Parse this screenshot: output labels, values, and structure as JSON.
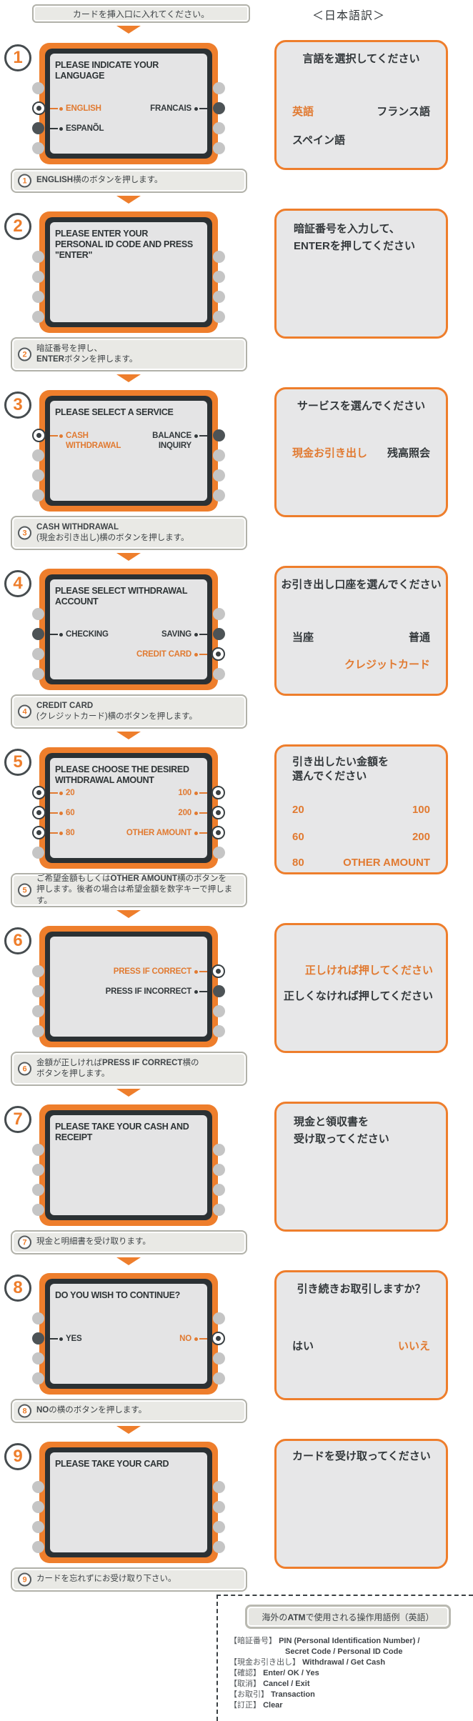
{
  "colors": {
    "accent": "#EE7E2C",
    "accent_text": "#E17A31",
    "dark": "#3A4043",
    "screen_bg": "#E4E4E5",
    "panel_bg": "#E7E7E8",
    "caption_bg": "#E9E9E5",
    "button_gray": "#C5C5C5",
    "button_dark": "#4D5356"
  },
  "header": {
    "insert_card": "カードを挿入口に入れてください。",
    "jp_title": "＜日本語訳＞"
  },
  "steps": [
    {
      "num": "1",
      "screen_title": "PLEASE INDICATE YOUR\nLANGUAGE",
      "options": [
        {
          "label": "ENGLISH",
          "color": "orange",
          "side": "left",
          "row": 2
        },
        {
          "label": "FRANCAIS",
          "color": "dark",
          "side": "right",
          "row": 2
        },
        {
          "label": "ESPANÕL",
          "color": "dark",
          "side": "left",
          "row": 3
        }
      ],
      "left_buttons": [
        "plain",
        "selected",
        "dark",
        "plain"
      ],
      "right_buttons": [
        "plain",
        "dark",
        "plain",
        "plain"
      ],
      "caption": {
        "num": "1",
        "lines": [
          [
            {
              "t": "ENGLISH",
              "b": true
            },
            {
              "t": "横のボタンを押します。",
              "b": false
            }
          ]
        ]
      },
      "panel": {
        "title": "言語を選択してください",
        "items": [
          {
            "t": "英語",
            "color": "orange"
          },
          {
            "t": "フランス語",
            "color": "dark"
          },
          {
            "t": "スペイン語",
            "color": "dark"
          }
        ]
      }
    },
    {
      "num": "2",
      "screen_title": "PLEASE ENTER YOUR\nPERSONAL ID CODE AND PRESS\n\"ENTER\"",
      "options": [],
      "left_buttons": [
        "plain",
        "plain",
        "plain",
        "plain"
      ],
      "right_buttons": [
        "plain",
        "plain",
        "plain",
        "plain"
      ],
      "caption": {
        "num": "2",
        "lines": [
          [
            {
              "t": "暗証番号を押し、",
              "b": false
            }
          ],
          [
            {
              "t": "ENTER",
              "b": true
            },
            {
              "t": "ボタンを押します。",
              "b": false
            }
          ]
        ]
      },
      "panel": {
        "lines": [
          "暗証番号を入力して、",
          "ENTERを押してください"
        ]
      }
    },
    {
      "num": "3",
      "screen_title": "PLEASE SELECT A SERVICE",
      "options": [
        {
          "label": "CASH\nWITHDRAWAL",
          "color": "orange",
          "side": "left",
          "row": 1
        },
        {
          "label": "BALANCE\nINQUIRY",
          "color": "dark",
          "side": "right",
          "row": 1
        }
      ],
      "left_buttons": [
        "selected",
        "plain",
        "plain",
        "plain"
      ],
      "right_buttons": [
        "dark",
        "plain",
        "plain",
        "plain"
      ],
      "caption": {
        "num": "3",
        "lines": [
          [
            {
              "t": "CASH WITHDRAWAL",
              "b": true
            }
          ],
          [
            {
              "t": "(現金お引き出し)横のボタンを押します。",
              "b": false
            }
          ]
        ]
      },
      "panel": {
        "title": "サービスを選んでください",
        "items": [
          {
            "t": "現金お引き出し",
            "color": "orange"
          },
          {
            "t": "残高照会",
            "color": "dark"
          }
        ]
      }
    },
    {
      "num": "4",
      "screen_title": "PLEASE SELECT WITHDRAWAL\nACCOUNT",
      "options": [
        {
          "label": "CHECKING",
          "color": "dark",
          "side": "left",
          "row": 2
        },
        {
          "label": "SAVING",
          "color": "dark",
          "side": "right",
          "row": 2
        },
        {
          "label": "CREDIT CARD",
          "color": "orange",
          "side": "right",
          "row": 3
        }
      ],
      "left_buttons": [
        "plain",
        "dark",
        "plain",
        "plain"
      ],
      "right_buttons": [
        "plain",
        "dark",
        "selected",
        "plain"
      ],
      "caption": {
        "num": "4",
        "lines": [
          [
            {
              "t": "CREDIT CARD",
              "b": true
            }
          ],
          [
            {
              "t": "(クレジットカード)横のボタンを押します。",
              "b": false
            }
          ]
        ]
      },
      "panel": {
        "title": "お引き出し口座を選んでください",
        "items": [
          {
            "t": "当座",
            "color": "dark"
          },
          {
            "t": "普通",
            "color": "dark"
          },
          {
            "t": "クレジットカード",
            "color": "orange"
          }
        ]
      }
    },
    {
      "num": "5",
      "screen_title": "PLEASE CHOOSE THE DESIRED\nWITHDRAWAL AMOUNT",
      "options": [
        {
          "label": "20",
          "color": "orange",
          "side": "left",
          "row": 1
        },
        {
          "label": "100",
          "color": "orange",
          "side": "right",
          "row": 1
        },
        {
          "label": "60",
          "color": "orange",
          "side": "left",
          "row": 2
        },
        {
          "label": "200",
          "color": "orange",
          "side": "right",
          "row": 2
        },
        {
          "label": "80",
          "color": "orange",
          "side": "left",
          "row": 3
        },
        {
          "label": "OTHER AMOUNT",
          "color": "orange",
          "side": "right",
          "row": 3
        }
      ],
      "left_buttons": [
        "selected",
        "selected",
        "selected",
        "plain"
      ],
      "right_buttons": [
        "selected",
        "selected",
        "selected",
        "plain"
      ],
      "caption": {
        "num": "5",
        "lines": [
          [
            {
              "t": "ご希望金額もしくは",
              "b": false
            },
            {
              "t": "OTHER AMOUNT",
              "b": true
            },
            {
              "t": "横のボタンを",
              "b": false
            }
          ],
          [
            {
              "t": "押します。後者の場合は希望金額を数字キーで押します。",
              "b": false
            }
          ]
        ]
      },
      "panel": {
        "title": "引き出したい金額を\n選んでください",
        "items": [
          {
            "t": "20",
            "color": "orange"
          },
          {
            "t": "100",
            "color": "orange"
          },
          {
            "t": "60",
            "color": "orange"
          },
          {
            "t": "200",
            "color": "orange"
          },
          {
            "t": "80",
            "color": "orange"
          },
          {
            "t": "OTHER AMOUNT",
            "color": "orange"
          }
        ]
      }
    },
    {
      "num": "6",
      "screen_title": "",
      "options": [
        {
          "label": "PRESS IF CORRECT",
          "color": "orange",
          "side": "right",
          "row": 1
        },
        {
          "label": "PRESS IF INCORRECT",
          "color": "dark",
          "side": "right",
          "row": 2
        }
      ],
      "left_buttons": [
        "plain",
        "plain",
        "plain",
        "plain"
      ],
      "right_buttons": [
        "selected",
        "dark",
        "plain",
        "plain"
      ],
      "caption": {
        "num": "6",
        "lines": [
          [
            {
              "t": "金額が正しければ",
              "b": false
            },
            {
              "t": "PRESS IF CORRECT",
              "b": true
            },
            {
              "t": "横の",
              "b": false
            }
          ],
          [
            {
              "t": "ボタンを押します。",
              "b": false
            }
          ]
        ]
      },
      "panel": {
        "items": [
          {
            "t": "正しければ押してください",
            "color": "orange"
          },
          {
            "t": "正しくなければ押してください",
            "color": "dark"
          }
        ]
      }
    },
    {
      "num": "7",
      "screen_title": "PLEASE TAKE YOUR CASH AND\nRECEIPT",
      "options": [],
      "left_buttons": [
        "plain",
        "plain",
        "plain",
        "plain"
      ],
      "right_buttons": [
        "plain",
        "plain",
        "plain",
        "plain"
      ],
      "caption": {
        "num": "7",
        "lines": [
          [
            {
              "t": "現金と明細書を受け取ります。",
              "b": false
            }
          ]
        ]
      },
      "panel": {
        "lines": [
          "現金と領収書を",
          "受け取ってください"
        ]
      }
    },
    {
      "num": "8",
      "screen_title": "DO YOU WISH TO CONTINUE?",
      "options": [
        {
          "label": "YES",
          "color": "dark",
          "side": "left",
          "row": 2
        },
        {
          "label": "NO",
          "color": "orange",
          "side": "right",
          "row": 2
        }
      ],
      "left_buttons": [
        "plain",
        "dark",
        "plain",
        "plain"
      ],
      "right_buttons": [
        "plain",
        "selected",
        "plain",
        "plain"
      ],
      "caption": {
        "num": "8",
        "lines": [
          [
            {
              "t": "NO",
              "b": true
            },
            {
              "t": "の横のボタンを押します。",
              "b": false
            }
          ]
        ]
      },
      "panel": {
        "title": "引き続きお取引しますか？",
        "items": [
          {
            "t": "はい",
            "color": "dark"
          },
          {
            "t": "いいえ",
            "color": "orange"
          }
        ]
      }
    },
    {
      "num": "9",
      "screen_title": "PLEASE TAKE YOUR CARD",
      "options": [],
      "left_buttons": [
        "plain",
        "plain",
        "plain",
        "plain"
      ],
      "right_buttons": [
        "plain",
        "plain",
        "plain",
        "plain"
      ],
      "caption": {
        "num": "9",
        "lines": [
          [
            {
              "t": "カードを忘れずにお受け取り下さい。",
              "b": false
            }
          ]
        ]
      },
      "panel": {
        "title": "カードを受け取ってください"
      }
    }
  ],
  "footer": {
    "title": [
      {
        "t": "海外の",
        "b": false
      },
      {
        "t": "ATM",
        "b": true
      },
      {
        "t": "で使用される操作用語例（英語）",
        "b": false
      }
    ],
    "terms": [
      {
        "term": "【暗証番号】",
        "def": "PIN (Personal Identification Number) /",
        "def2": "Secret Code / Personal ID Code"
      },
      {
        "term": "【現金お引き出し】",
        "def": "Withdrawal / Get Cash"
      },
      {
        "term": "【確認】",
        "def": "Enter/ OK / Yes"
      },
      {
        "term": "【取消】",
        "def": "Cancel / Exit"
      },
      {
        "term": "【お取引】",
        "def": "Transaction"
      },
      {
        "term": "【訂正】",
        "def": "Clear"
      }
    ]
  }
}
